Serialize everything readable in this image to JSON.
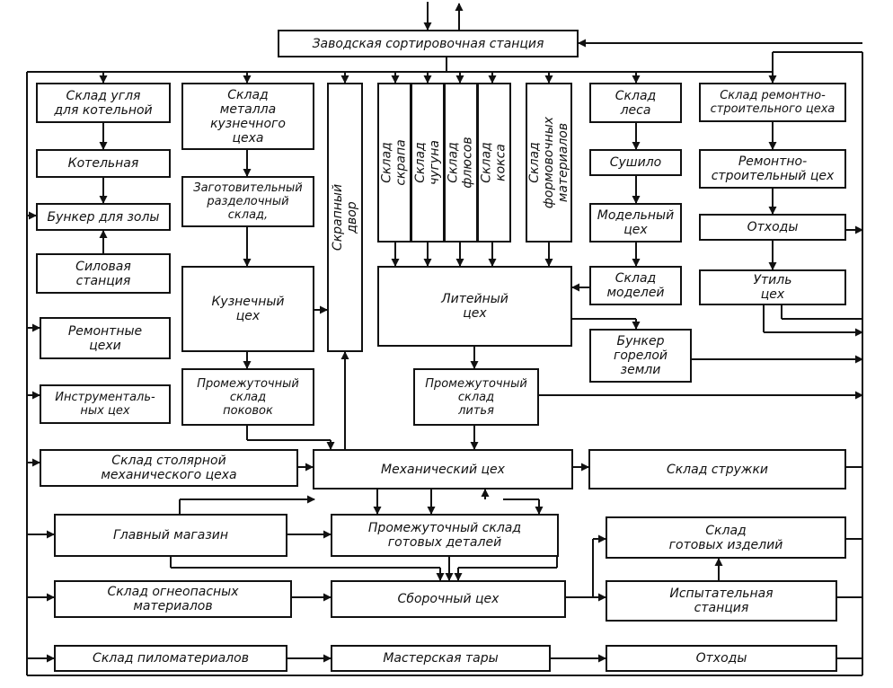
{
  "boxes": {
    "station": "Заводская сортировочная станция",
    "coal": "Склад угля\nдля котельной",
    "metal": "Склад\nметалла\nкузнечного\nцеха",
    "scrapyard": "Скрапный двор",
    "scrap": "Склад скрапа",
    "iron": "Склад чугуна",
    "flux": "Склад флюсов",
    "coke": "Склад кокса",
    "molding": "Склад формовочных\nматериалов",
    "timber": "Склад\nлеса",
    "repairstore": "Склад ремонтно-\nстроительного цеха",
    "boiler": "Котельная",
    "dryer": "Сушило",
    "repairshop": "Ремонтно-\nстроительный цех",
    "ashbunker": "Бункер для золы",
    "prep": "Заготовительный\nразделочный\nсклад,",
    "model": "Модельный\nцех",
    "waste1": "Отходы",
    "power": "Силовая\nстанция",
    "forge": "Кузнечный\nцех",
    "foundry": "Литейный\nцех",
    "modelstore": "Склад\nмоделей",
    "scrapshop": "Утиль\nцех",
    "repairs": "Ремонтные\nцехи",
    "burnt": "Бункер\nгорелой\nземли",
    "tool": "Инструменталь-\nных цех",
    "forgings": "Промежуточный\nсклад\nпоковок",
    "castings": "Промежуточный\nсклад\nлитья",
    "joinery": "Склад столярной\nмеханического цеха",
    "machine": "Механический цех",
    "chips": "Склад стружки",
    "mainstore": "Главный магазин",
    "finishedparts": "Промежуточный склад\nготовых деталей",
    "products": "Склад\nготовых изделий",
    "flammable": "Склад огнеопасных\nматериалов",
    "assembly": "Сборочный цех",
    "testing": "Испытательная\nстанция",
    "lumber": "Склад пиломатериалов",
    "tare": "Мастерская тары",
    "waste2": "Отходы"
  }
}
